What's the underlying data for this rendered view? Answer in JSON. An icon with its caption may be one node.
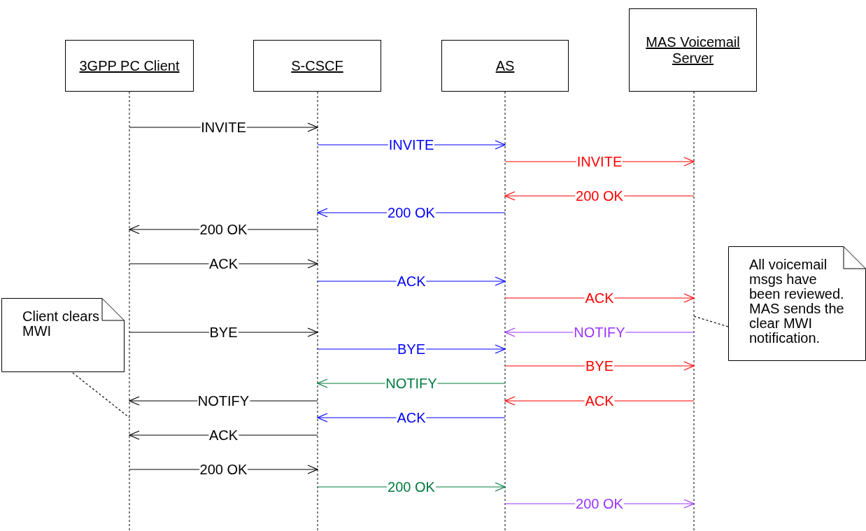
{
  "diagram": {
    "nodes": [
      {
        "text": [
          "3GPP PC Client"
        ]
      },
      {
        "text": [
          "S-CSCF"
        ]
      },
      {
        "text": [
          "AS"
        ]
      },
      {
        "text": [
          "MAS Voicemail Server"
        ]
      },
      {
        "text": [
          "Client clears MWI"
        ]
      },
      {
        "text": [
          "All voicemail msgs have been reviewed. MAS sends the clear MWI notification."
        ]
      }
    ],
    "edges": [
      {
        "from": 0,
        "to": 1,
        "arrow": "to",
        "label": "INVITE"
      },
      {
        "from": 1,
        "to": 2,
        "arrow": "to",
        "label": "INVITE",
        "color": "#0000ff"
      },
      {
        "from": 2,
        "to": 3,
        "arrow": "to",
        "label": "INVITE",
        "color": "#ff0000"
      },
      {
        "from": 3,
        "to": 2,
        "arrow": "to",
        "label": "200 OK",
        "color": "#ff0000"
      },
      {
        "from": 2,
        "to": 1,
        "arrow": "to",
        "label": "200 OK",
        "color": "#0000ff"
      },
      {
        "from": 1,
        "to": 0,
        "arrow": "to",
        "label": "200 OK"
      },
      {
        "from": 0,
        "to": 1,
        "arrow": "to",
        "label": "ACK"
      },
      {
        "from": 1,
        "to": 2,
        "arrow": "to",
        "label": "ACK",
        "color": "#0000ff"
      },
      {
        "from": 2,
        "to": 3,
        "arrow": "to",
        "label": "ACK",
        "color": "#ff0000"
      },
      {
        "from": 0,
        "to": 1,
        "arrow": "to",
        "label": "BYE"
      },
      {
        "from": 3,
        "to": 2,
        "arrow": "to",
        "label": "NOTIFY",
        "color": "#9933ff"
      },
      {
        "from": 1,
        "to": 2,
        "arrow": "to",
        "label": "BYE",
        "color": "#0000ff"
      },
      {
        "from": 2,
        "to": 3,
        "arrow": "to",
        "label": "BYE",
        "color": "#ff0000"
      },
      {
        "from": 2,
        "to": 1,
        "arrow": "to",
        "label": "NOTIFY",
        "color": "#007a3d"
      },
      {
        "from": 1,
        "to": 0,
        "arrow": "to",
        "label": "NOTIFY"
      },
      {
        "from": 3,
        "to": 2,
        "arrow": "to",
        "label": "ACK",
        "color": "#ff0000"
      },
      {
        "from": 2,
        "to": 1,
        "arrow": "to",
        "label": "ACK",
        "color": "#0000ff"
      },
      {
        "from": 1,
        "to": 0,
        "arrow": "to",
        "label": "ACK"
      },
      {
        "from": 0,
        "to": 1,
        "arrow": "to",
        "label": "200 OK"
      },
      {
        "from": 1,
        "to": 2,
        "arrow": "to",
        "label": "200 OK",
        "color": "#007a3d"
      },
      {
        "from": 2,
        "to": 3,
        "arrow": "to",
        "label": "200 OK",
        "color": "#9933ff"
      },
      {
        "from": 4,
        "to": 0,
        "arrow": "none",
        "style": "dashed"
      },
      {
        "from": 5,
        "to": 3,
        "arrow": "none",
        "style": "dashed"
      }
    ]
  }
}
